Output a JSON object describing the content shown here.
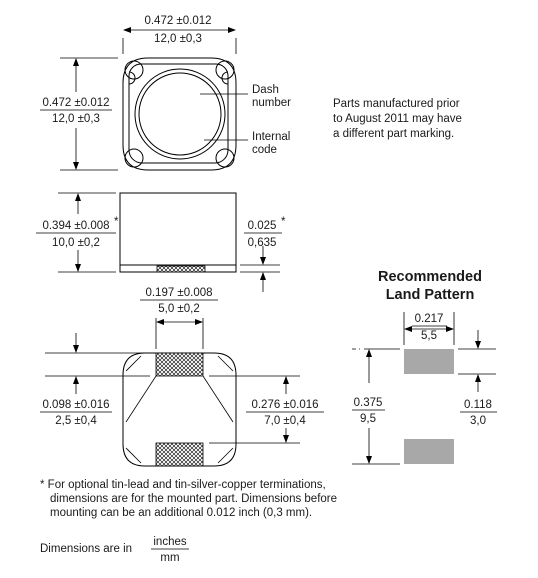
{
  "top_view": {
    "width_in": "0.472 ±0.012",
    "width_mm": "12,0 ±0,3",
    "height_in": "0.472 ±0.012",
    "height_mm": "12,0 ±0,3",
    "dash_line1": "Dash",
    "dash_line2": "number",
    "internal_line1": "Internal",
    "internal_line2": "code"
  },
  "marking_note": {
    "line1": "Parts manufactured prior",
    "line2": "to August 2011 may have",
    "line3": "a different part marking."
  },
  "side_view": {
    "height_in": "0.394 ±0.008",
    "height_star": "*",
    "height_mm": "10,0 ±0,2",
    "term_in": "0.025",
    "term_star": "*",
    "term_mm": "0,635"
  },
  "bottom_view": {
    "pad_w_in": "0.197 ±0.008",
    "pad_w_mm": "5,0 ±0,2",
    "pad_h_in": "0.098 ±0.016",
    "pad_h_mm": "2,5 ±0,4",
    "span_in": "0.276 ±0.016",
    "span_mm": "7,0 ±0,4"
  },
  "land_pattern": {
    "title_line1": "Recommended",
    "title_line2": "Land Pattern",
    "pad_w_in": "0.217",
    "pad_w_mm": "5,5",
    "span_in": "0.375",
    "span_mm": "9,5",
    "pad_h_in": "0.118",
    "pad_h_mm": "3,0",
    "pad_color": "#a8a8a8"
  },
  "footnote": {
    "line1": "* For optional tin-lead and tin-silver-copper terminations,",
    "line2": "dimensions are for the mounted part. Dimensions before",
    "line3": "mounting can be an additional 0.012 inch (0,3 mm)."
  },
  "units_note": {
    "prefix": "Dimensions are in",
    "numerator": "inches",
    "denominator": "mm"
  }
}
